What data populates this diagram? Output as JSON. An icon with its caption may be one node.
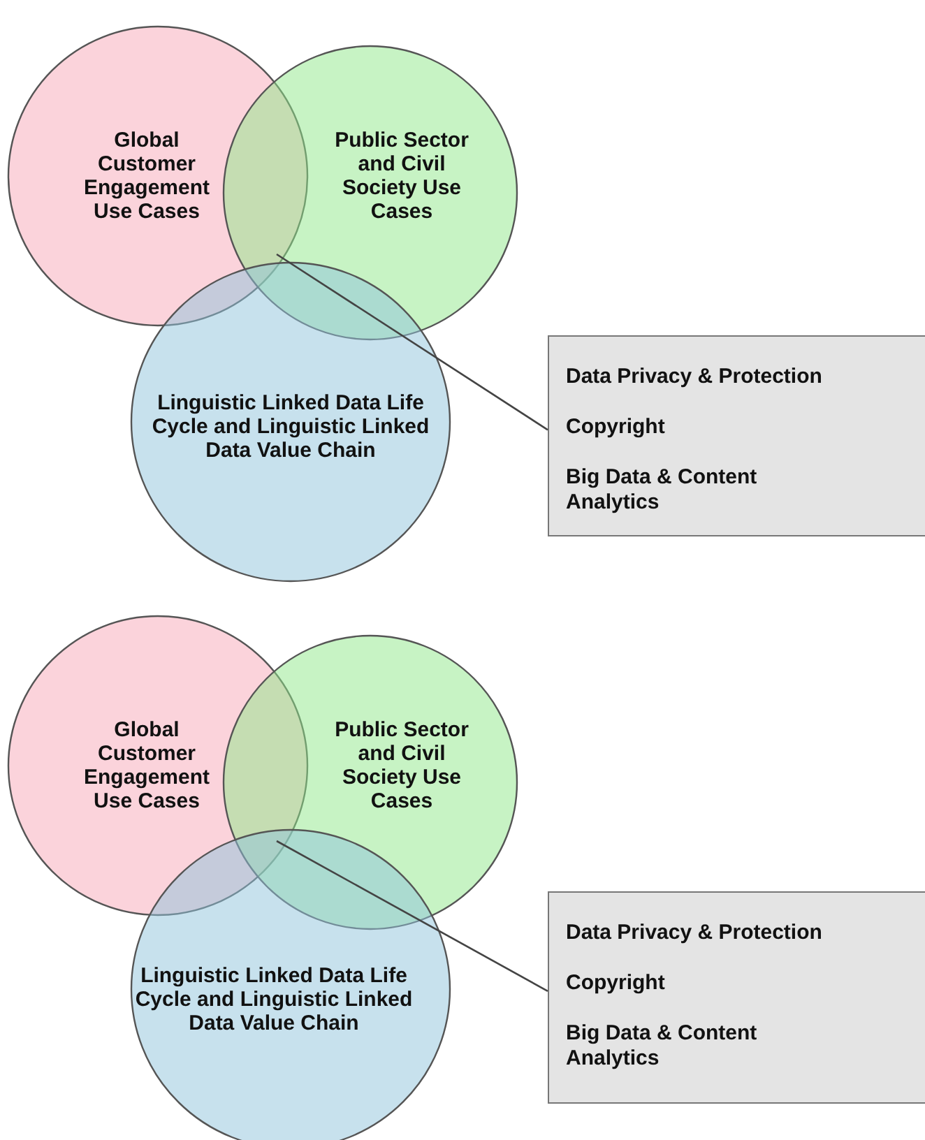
{
  "diagram": {
    "nodes": [
      {
        "text": [
          "Global Customer Engagement Use Cases"
        ]
      },
      {
        "text": [
          "Public Sector and Civil Society Use Cases"
        ]
      },
      {
        "text": [
          "Linguistic Linked Data Life Cycle and Linguistic Linked Data Value Chain"
        ]
      },
      {
        "text": [
          "Data Privacy & Protection",
          "Copyright",
          "Big Data & Content Analytics"
        ]
      },
      {
        "text": [
          "Global Customer Engagement Use Cases"
        ]
      },
      {
        "text": [
          "Public Sector and Civil Society Use Cases"
        ]
      },
      {
        "text": [
          "Linguistic Linked Data Life Cycle and Linguistic Linked Data Value Chain"
        ]
      },
      {
        "text": [
          "Data Privacy & Protection",
          "Copyright",
          "Big Data & Content Analytics"
        ]
      }
    ],
    "edges": [
      {
        "from": 3,
        "to": 1,
        "arrow": "none"
      },
      {
        "from": 7,
        "to": 5,
        "arrow": "none"
      }
    ]
  }
}
